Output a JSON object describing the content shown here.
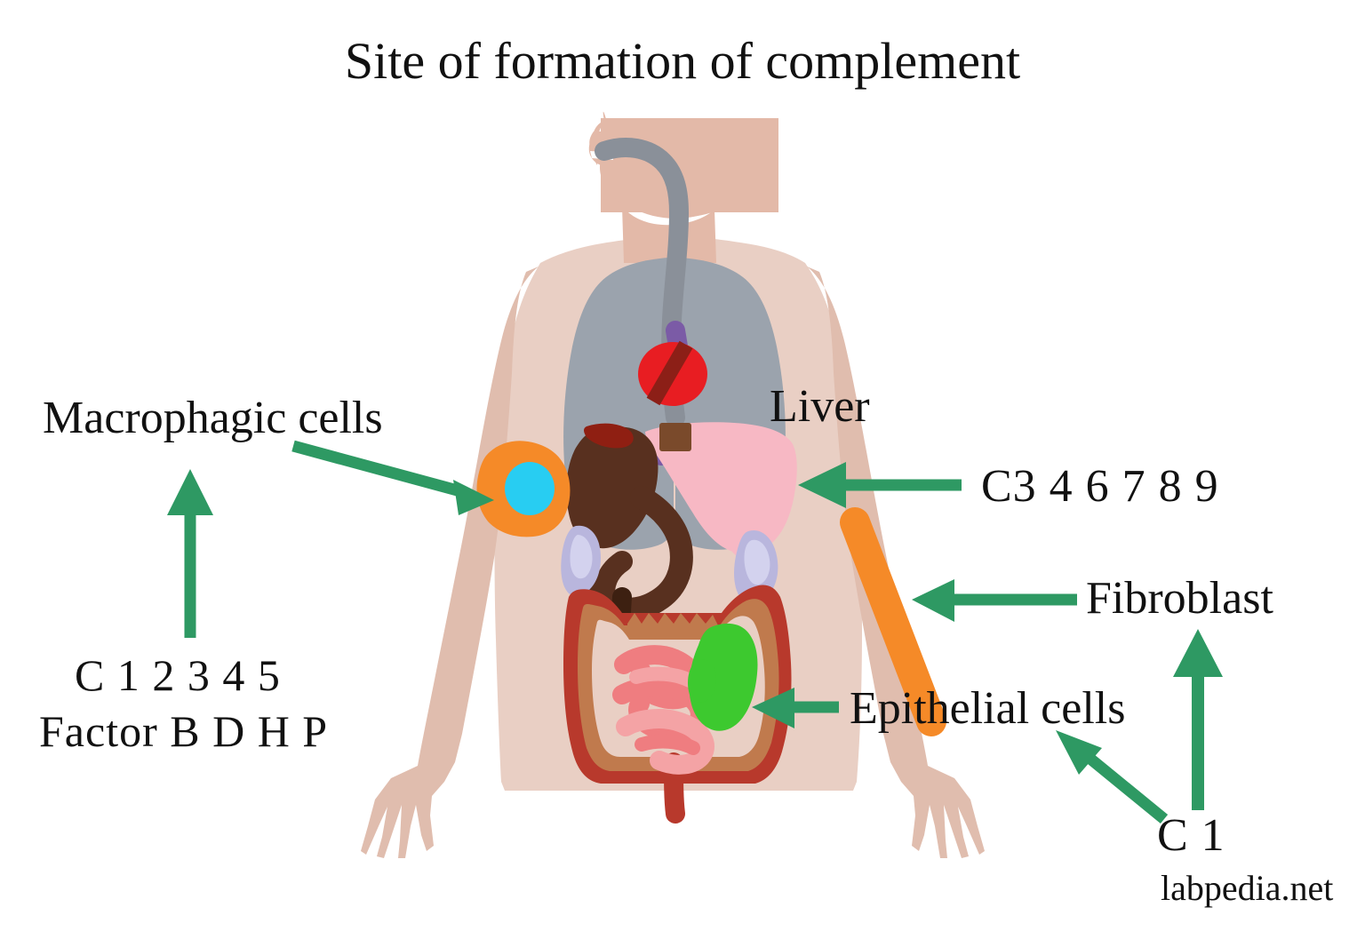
{
  "figure": {
    "title": "Site of formation of complement",
    "watermark": "labpedia.net",
    "subject": "human-body-anatomy-diagram"
  },
  "labels": {
    "macrophagic_cells": "Macrophagic cells",
    "complement_list_left": "C 1 2 3 4 5",
    "factor_list_left": "Factor B D H P",
    "liver": "Liver",
    "complement_list_liver": "C3 4 6 7 8 9",
    "fibroblast": "Fibroblast",
    "epithelial_cells": "Epithelial cells",
    "complement_c1": "C 1"
  },
  "colors": {
    "arrow_green": "#2e9963",
    "skin_body": "#e9cfc4",
    "skin_head": "#e3b9a8",
    "skin_limb": "#e0bdae",
    "lung_gray": "#9ba3ad",
    "trachea_gray": "#8a9099",
    "heart_red": "#e81d22",
    "heart_dark": "#8c1f17",
    "liver_pink": "#f7b8c4",
    "stomach_brown": "#58301f",
    "stomach_dark": "#8f1f12",
    "kidney_lavender": "#b9b6dd",
    "kidney_light": "#d3d2ee",
    "colon_tan": "#c07a4d",
    "colon_red": "#b8392c",
    "intestine_pink": "#ef7d80",
    "intestine_light": "#f4a3a5",
    "macrophage_orange": "#f58a28",
    "macrophage_nucleus": "#28cdf2",
    "epithelial_green": "#3dc92f",
    "fibroblast_orange": "#f58a28",
    "esophagus_purple": "#7b5ba6",
    "text_black": "#111111",
    "background": "#ffffff"
  },
  "organs": [
    {
      "name": "head",
      "label": ""
    },
    {
      "name": "lungs",
      "label": ""
    },
    {
      "name": "heart",
      "label": ""
    },
    {
      "name": "liver",
      "label": "Liver"
    },
    {
      "name": "stomach",
      "label": ""
    },
    {
      "name": "kidneys",
      "label": ""
    },
    {
      "name": "large-intestine",
      "label": ""
    },
    {
      "name": "small-intestine",
      "label": ""
    },
    {
      "name": "macrophage-cell",
      "label": "Macrophagic cells"
    },
    {
      "name": "epithelial-tissue",
      "label": "Epithelial cells"
    },
    {
      "name": "fibroblast-tissue",
      "label": "Fibroblast"
    }
  ],
  "annotations": [
    {
      "id": "macrophage-pointer",
      "from": "Macrophagic cells",
      "to": "macrophage-cell",
      "direction": "down-right"
    },
    {
      "id": "macrophage-products",
      "from": "C 1 2 3 4 5 / Factor B D H P",
      "to": "Macrophagic cells",
      "direction": "up"
    },
    {
      "id": "liver-pointer",
      "from": "C3 4 6 7 8 9",
      "to": "liver",
      "direction": "left"
    },
    {
      "id": "fibroblast-pointer",
      "from": "Fibroblast",
      "to": "fibroblast-tissue",
      "direction": "left"
    },
    {
      "id": "epithelial-pointer",
      "from": "Epithelial cells",
      "to": "epithelial-tissue",
      "direction": "left"
    },
    {
      "id": "c1-to-fibroblast",
      "from": "C 1",
      "to": "Fibroblast",
      "direction": "up"
    },
    {
      "id": "c1-to-epithelial",
      "from": "C 1",
      "to": "Epithelial cells",
      "direction": "up-left"
    }
  ]
}
